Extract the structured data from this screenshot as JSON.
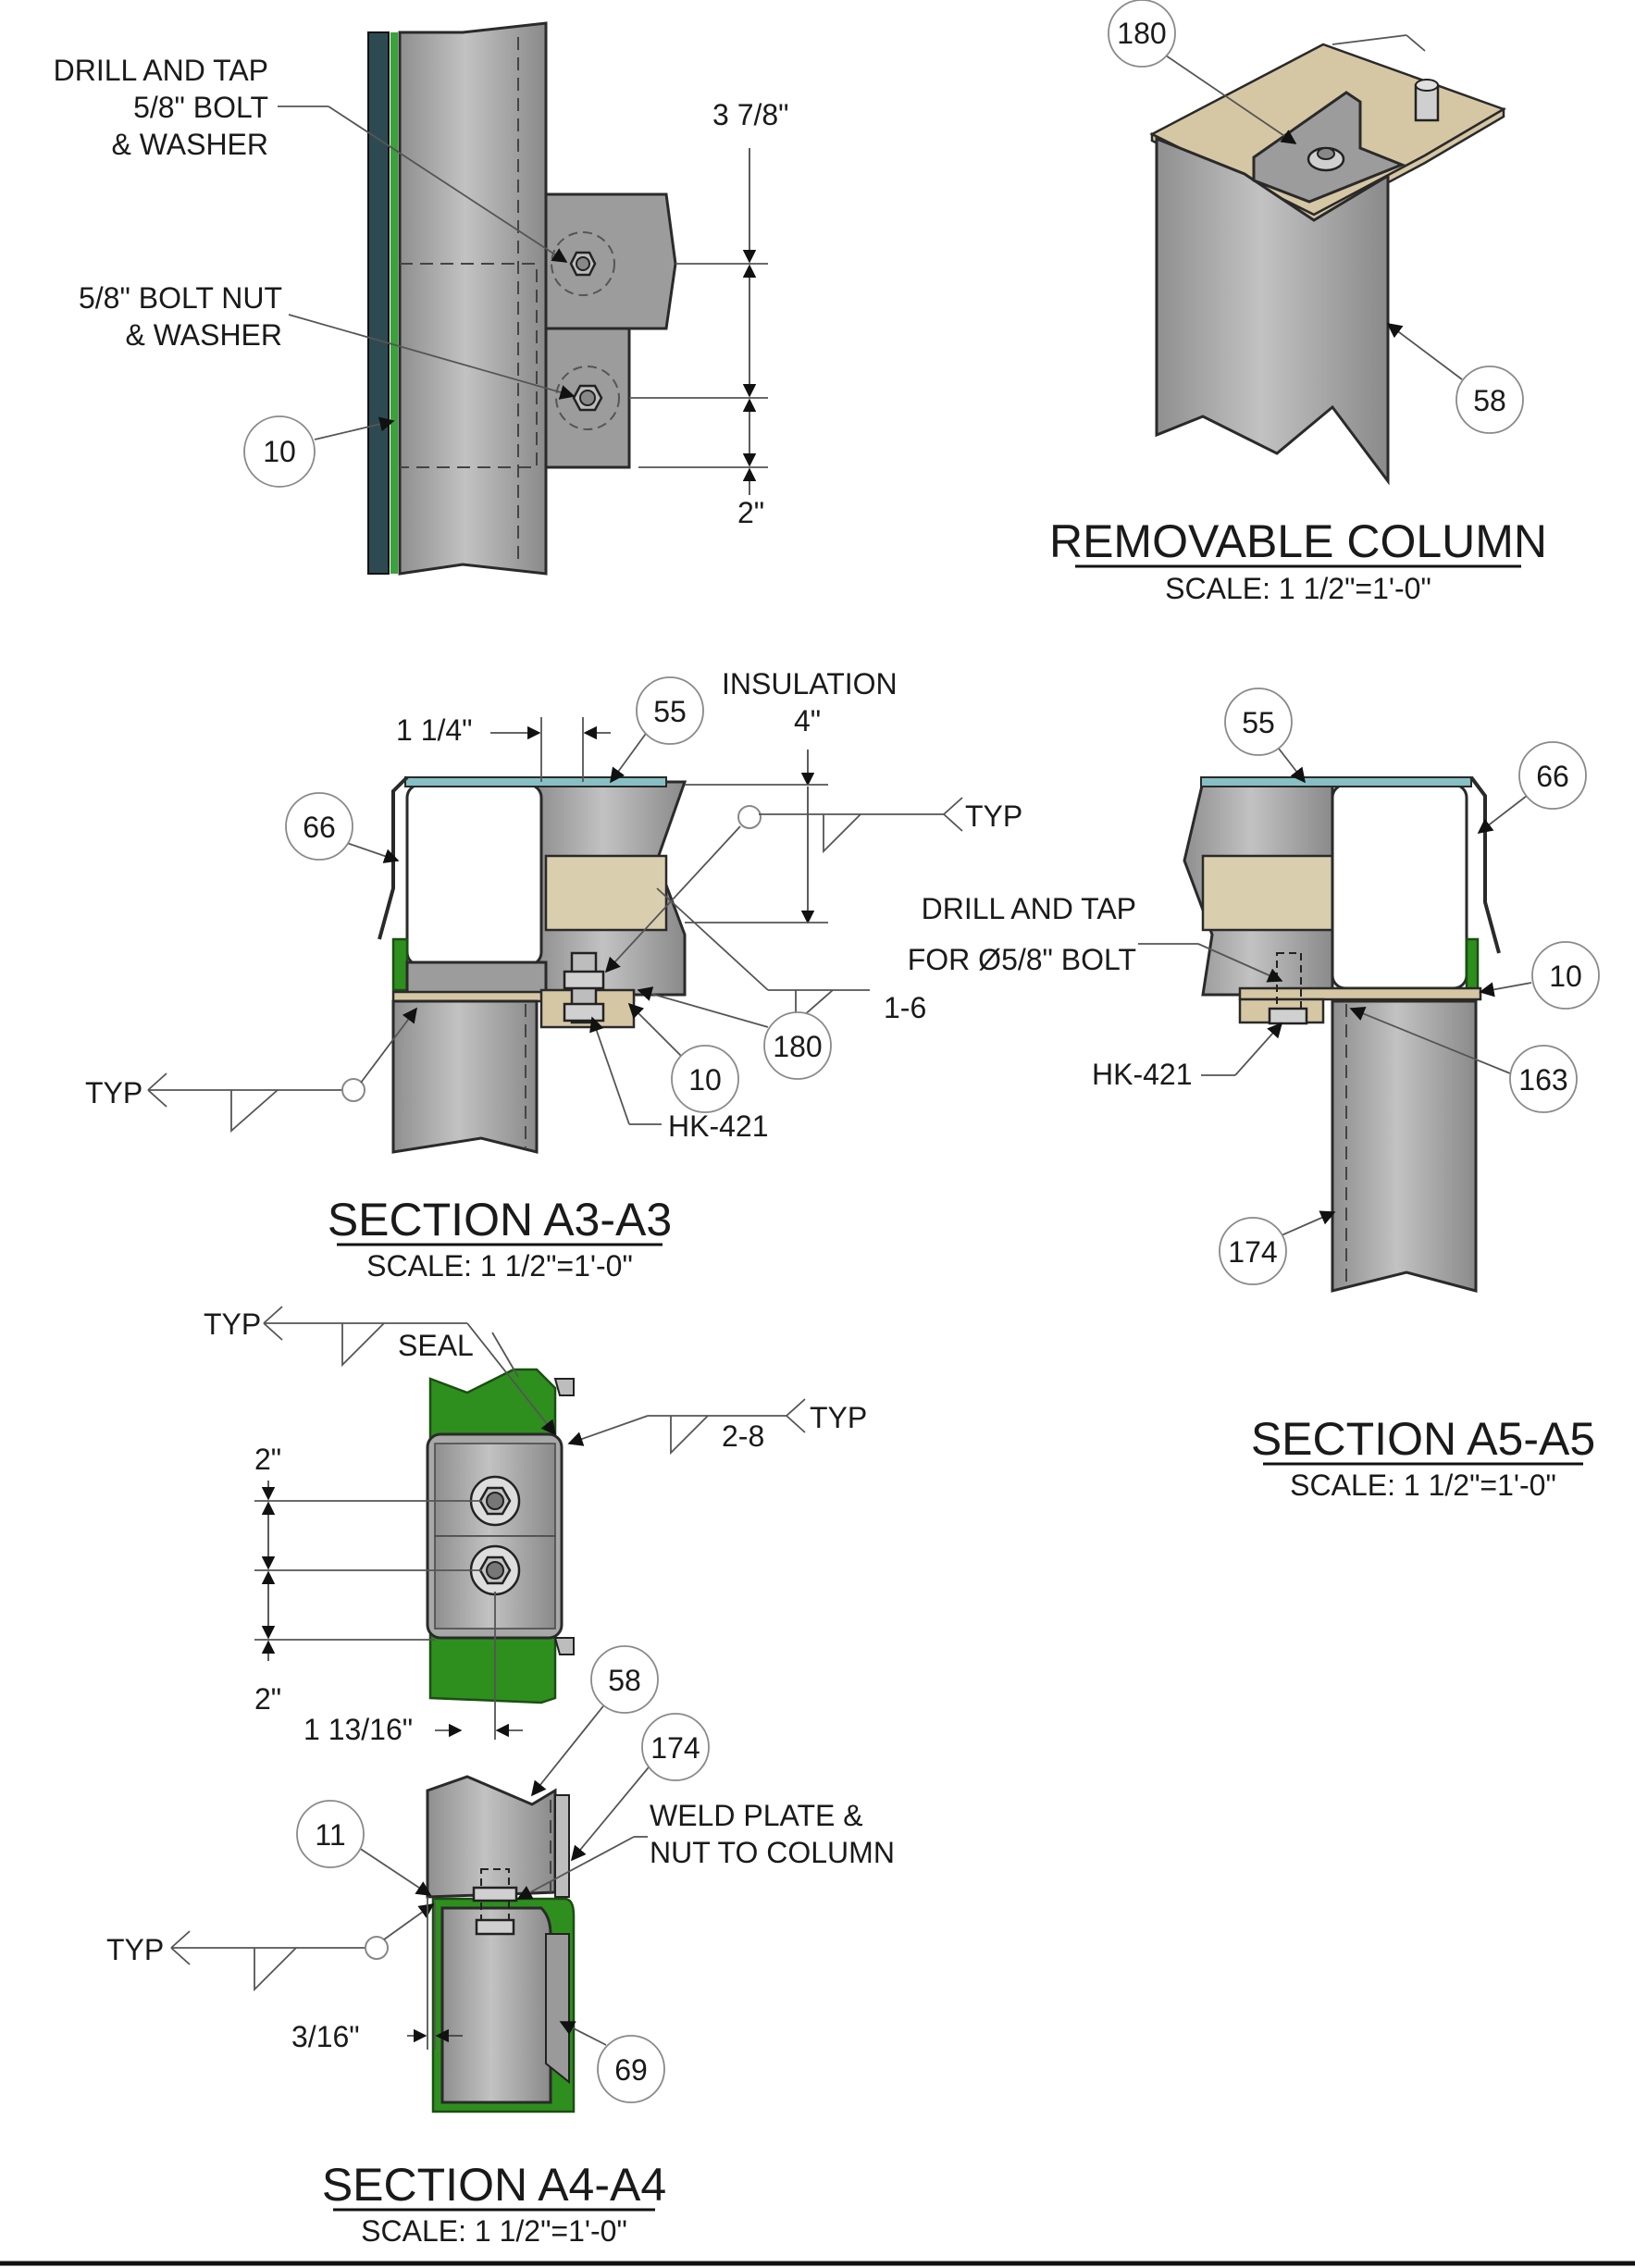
{
  "views": {
    "top_left": {
      "drill_tap_note": [
        "DRILL AND TAP",
        "5/8\" BOLT",
        "& WASHER"
      ],
      "nut_note": [
        "5/8\" BOLT NUT",
        "& WASHER"
      ],
      "dim_top": "3 7/8\"",
      "dim_bottom": "2\"",
      "callout_10": "10"
    },
    "removable_column": {
      "title": "REMOVABLE COLUMN",
      "scale": "SCALE: 1 1/2\"=1'-0\"",
      "callout_180": "180",
      "callout_58": "58"
    },
    "section_a3": {
      "title": "SECTION A3-A3",
      "scale": "SCALE: 1 1/2\"=1'-0\"",
      "insulation_note": "INSULATION",
      "dim_insulation": "4\"",
      "dim_1_1_4": "1 1/4\"",
      "callout_55": "55",
      "callout_66": "66",
      "callout_10": "10",
      "callout_180": "180",
      "typ_right": "TYP",
      "typ_left": "TYP",
      "weld_1_6": "1-6",
      "hk421": "HK-421"
    },
    "section_a5": {
      "title": "SECTION A5-A5",
      "scale": "SCALE: 1 1/2\"=1'-0\"",
      "callout_55": "55",
      "callout_66": "66",
      "callout_10": "10",
      "callout_163": "163",
      "callout_174": "174",
      "drill_note_1": "DRILL AND TAP",
      "drill_note_2": "FOR Ø5/8\" BOLT",
      "hk421": "HK-421"
    },
    "section_a4": {
      "title": "SECTION A4-A4",
      "scale": "SCALE: 1 1/2\"=1'-0\"",
      "typ_top": "TYP",
      "seal": "SEAL",
      "typ_right": "TYP",
      "weld_2_8": "2-8",
      "dim_2_top": "2\"",
      "dim_2_bottom": "2\"",
      "dim_1_13_16": "1 13/16\"",
      "callout_58": "58",
      "callout_174": "174",
      "callout_11": "11",
      "callout_69": "69",
      "weld_note_1": "WELD PLATE &",
      "weld_note_2": "NUT TO COLUMN",
      "typ_left": "TYP",
      "dim_3_16": "3/16\""
    }
  },
  "colors": {
    "steel": "#a8a8a8",
    "insulation": "#d9ceae",
    "seal_green": "#2e8f1e",
    "panel_teal": "#86c0c4"
  }
}
